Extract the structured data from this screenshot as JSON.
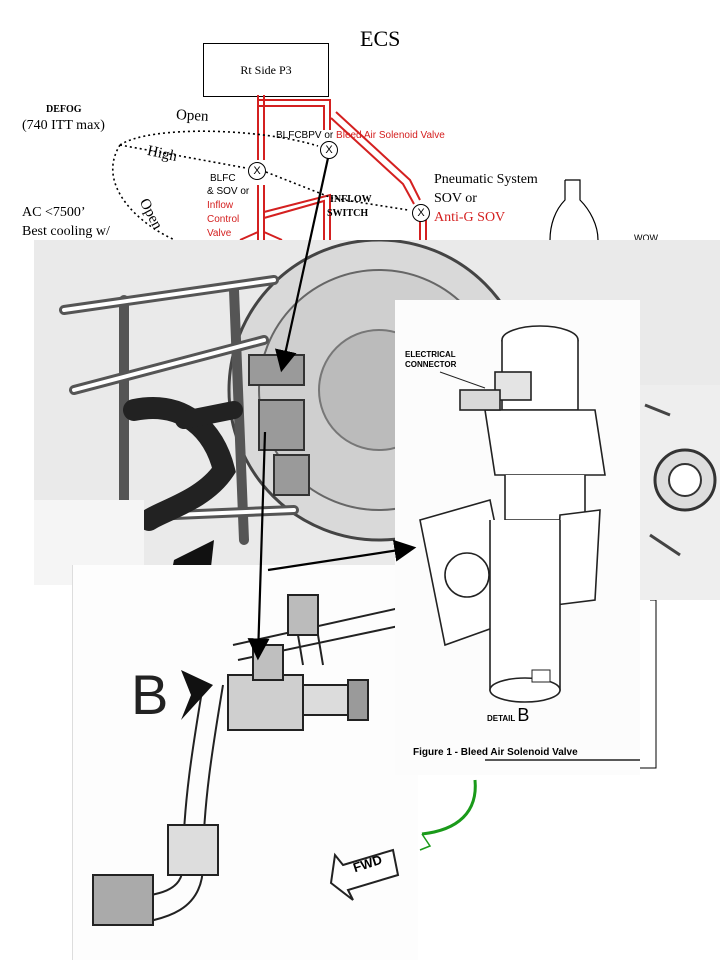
{
  "page_title": "ECS",
  "source_box": "Rt Side P3",
  "labels": {
    "defog": "DEFOG",
    "itt_max": "(740 ITT max)",
    "open_top": "Open",
    "high": "High",
    "open_side": "Open",
    "blfcbpv": "BLFCBPV",
    "or_1": "or",
    "bleed_air_solenoid_valve": "Bleed Air Solenoid Valve",
    "blfc_line1": "BLFC",
    "blfc_line2": "& SOV or",
    "inflow_control_1": "Inflow",
    "inflow_control_2": "Control",
    "inflow_control_3": "Valve",
    "inflow_switch_1": "INFLOW",
    "inflow_switch_2": "SWITCH",
    "pneumatic_1": "Pneumatic System",
    "pneumatic_2": "SOV or",
    "anti_g_sov": "Anti-G SOV",
    "ac_limit": "AC <7500’",
    "best_cooling": "Best cooling w/",
    "wow": "WOW"
  },
  "valve_marks": {
    "x1": "X",
    "x2": "X",
    "x3": "X"
  },
  "sketch_panel": {
    "letter": "B",
    "fwd": "FWD"
  },
  "detail_panel": {
    "electrical_connector_1": "ELECTRICAL",
    "electrical_connector_2": "CONNECTOR",
    "detail": "DETAIL",
    "detail_letter": "B",
    "figure_caption": "Figure 1 - Bleed Air Solenoid Valve"
  },
  "colors": {
    "duct_red": "#d42020",
    "arrow_green": "#1a9a1a",
    "line_black": "#000000"
  }
}
